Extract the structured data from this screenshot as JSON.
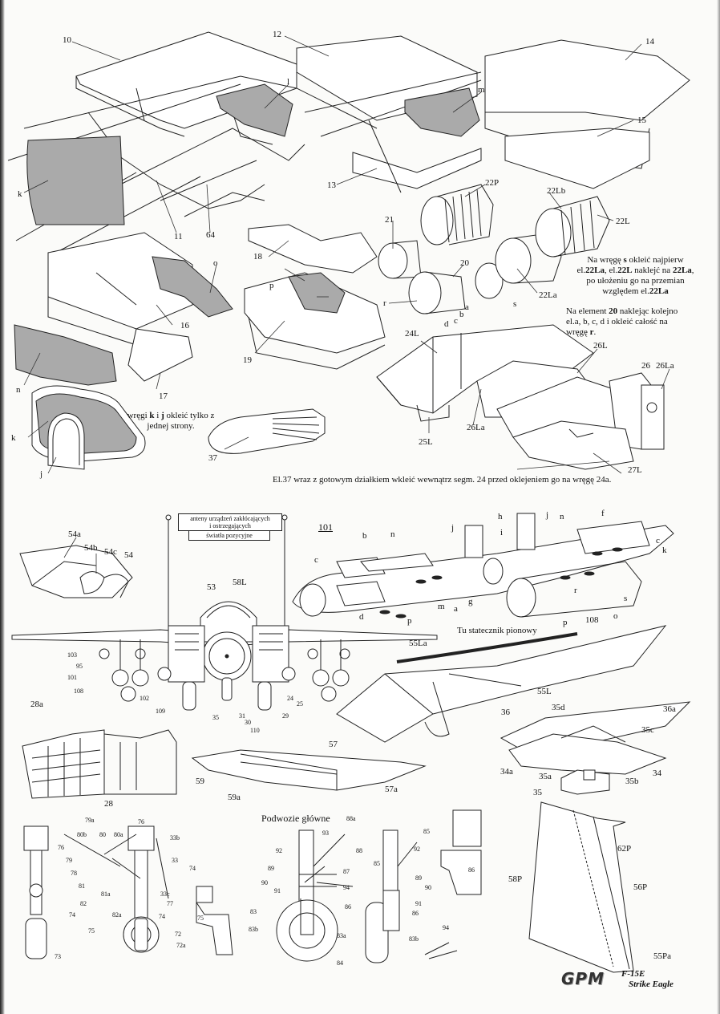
{
  "brand": {
    "logo": "GPM",
    "model": "F-15E",
    "subtitle": "Strike Eagle"
  },
  "notes": {
    "n22_line1": "Na wręgę ",
    "n22_line1b": "s",
    "n22_line1c": " okleić najpierw",
    "n22_line2a": "el.",
    "n22_line2b": "22La",
    "n22_line2c": ", el.",
    "n22_line2d": "22L",
    "n22_line2e": " naklejć na ",
    "n22_line2f": "22La",
    "n22_line2g": ",",
    "n22_line3": "po ułożeniu go na przemian",
    "n22_line4a": "względem el.",
    "n22_line4b": "22La",
    "n20_line1a": "Na element ",
    "n20_line1b": "20",
    "n20_line1c": " naklejąc kolejno",
    "n20_line2": "el.a, b, c, d  i okleić całość na",
    "n20_line3a": "wręgę ",
    "n20_line3b": "r",
    "n20_line3c": ".",
    "kj_line1a": "wręgi ",
    "kj_line1b": "k",
    "kj_line1c": " i ",
    "kj_line1d": "j",
    "kj_line1e": " okleić tylko z",
    "kj_line2": "jednej strony.",
    "el37": "El.37 wraz z gotowym działkiem wkleić  wewnątrz  segm. 24 przed oklejeniem go na wręgę 24a.",
    "antennas_1": "anteny urządzeń zakłócających",
    "antennas_2": "i ostrzegających",
    "lights": "światła pozycyjne",
    "tail_here": "Tu statecznik pionowy",
    "main_gear": "Podwozie główne",
    "section_101": "101"
  },
  "labels": {
    "p10": "10",
    "p12": "12",
    "p14": "14",
    "p15": "15",
    "pl": "l",
    "pm": "m",
    "pk": "k",
    "p11": "11",
    "p64": "64",
    "p13": "13",
    "p22P": "22P",
    "p22Lb": "22Lb",
    "p22L": "22L",
    "p21": "21",
    "p20": "20",
    "p22La": "22La",
    "ps": "s",
    "pr": "r",
    "pa": "a",
    "pb": "b",
    "pc": "c",
    "pd": "d",
    "p18": "18",
    "pp": "p",
    "po": "o",
    "p16": "16",
    "p19": "19",
    "pn": "n",
    "p17": "17",
    "p24L": "24L",
    "p26L": "26L",
    "p26": "26",
    "p26La": "26La",
    "p26La2": "26La",
    "p25L": "25L",
    "p27L": "27L",
    "pk2": "k",
    "pj": "j",
    "p37": "37",
    "p54a": "54a",
    "p54b": "54b",
    "p54c": "54c",
    "p54": "54",
    "p53": "53",
    "p58L": "58L",
    "p103": "103",
    "p95": "95",
    "p101": "101",
    "p108": "108",
    "p102": "102",
    "p109": "109",
    "p35": "35",
    "p31": "31",
    "p30": "30",
    "p110": "110",
    "p29": "29",
    "p24": "24",
    "p25": "25",
    "q_b": "b",
    "q_n": "n",
    "q_c": "c",
    "q_d": "d",
    "q_p": "p",
    "q_m": "m",
    "q_a": "a",
    "q_g": "g",
    "q_j": "j",
    "q_h": "h",
    "q_i": "i",
    "q_j2": "j",
    "q_n2": "n",
    "q_f": "f",
    "q_c2": "c",
    "q_k": "k",
    "q_p2": "p",
    "q_r": "r",
    "q_o": "o",
    "q_s": "s",
    "q_108": "108",
    "p55La": "55La",
    "p55L": "55L",
    "p36": "36",
    "p35d": "35d",
    "p36a": "36a",
    "p35c": "35c",
    "p34a": "34a",
    "p34": "34",
    "p35a": "35a",
    "p35b": "35b",
    "p35x": "35",
    "p28a": "28a",
    "p28": "28",
    "p57": "57",
    "p59": "59",
    "p59a": "59a",
    "p57a": "57a",
    "g79a": "79a",
    "g80b": "80b",
    "g80": "80",
    "g80a": "80a",
    "g76": "76",
    "g33b": "33b",
    "g76b": "76",
    "g79": "79",
    "g33": "33",
    "g78": "78",
    "g81": "81",
    "g81a": "81a",
    "g33c": "33c",
    "g82": "82",
    "g77": "77",
    "g82a": "82a",
    "g74": "74",
    "g74b": "74",
    "g75": "75",
    "g72": "72",
    "g72a": "72a",
    "g73": "73",
    "g74c": "74",
    "g75b": "75",
    "m88a": "88a",
    "m93": "93",
    "m92": "92",
    "m88": "88",
    "m89": "89",
    "m87": "87",
    "m90": "90",
    "m94": "94",
    "m91": "91",
    "m86": "86",
    "m83": "83",
    "m83b": "83b",
    "m85": "85",
    "m92b": "92",
    "m85b": "85",
    "m89b": "89",
    "m90b": "90",
    "m91b": "91",
    "m86b": "86",
    "m83a": "83a",
    "m83b2": "83b",
    "m84": "84",
    "m94b": "94",
    "m86c": "86",
    "t62P": "62P",
    "t58P": "58P",
    "t56P": "56P",
    "t55Pa": "55Pa"
  }
}
